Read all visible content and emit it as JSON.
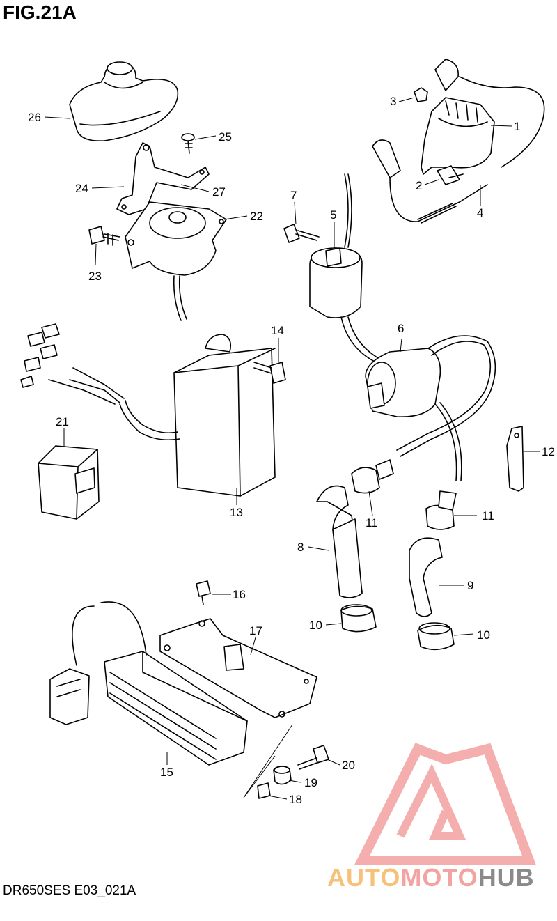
{
  "figure": {
    "title": "FIG.21A",
    "code": "DR650SES E03_021A"
  },
  "callouts": [
    {
      "id": "c1",
      "label": "1"
    },
    {
      "id": "c2",
      "label": "2"
    },
    {
      "id": "c3",
      "label": "3"
    },
    {
      "id": "c4",
      "label": "4"
    },
    {
      "id": "c5",
      "label": "5"
    },
    {
      "id": "c6",
      "label": "6"
    },
    {
      "id": "c7",
      "label": "7"
    },
    {
      "id": "c8",
      "label": "8"
    },
    {
      "id": "c9",
      "label": "9"
    },
    {
      "id": "c10a",
      "label": "10"
    },
    {
      "id": "c10b",
      "label": "10"
    },
    {
      "id": "c11a",
      "label": "11"
    },
    {
      "id": "c11b",
      "label": "11"
    },
    {
      "id": "c12",
      "label": "12"
    },
    {
      "id": "c13",
      "label": "13"
    },
    {
      "id": "c14",
      "label": "14"
    },
    {
      "id": "c15",
      "label": "15"
    },
    {
      "id": "c16",
      "label": "16"
    },
    {
      "id": "c17",
      "label": "17"
    },
    {
      "id": "c18",
      "label": "18"
    },
    {
      "id": "c19",
      "label": "19"
    },
    {
      "id": "c20",
      "label": "20"
    },
    {
      "id": "c21",
      "label": "21"
    },
    {
      "id": "c22",
      "label": "22"
    },
    {
      "id": "c23",
      "label": "23"
    },
    {
      "id": "c24",
      "label": "24"
    },
    {
      "id": "c25",
      "label": "25"
    },
    {
      "id": "c26",
      "label": "26"
    },
    {
      "id": "c27",
      "label": "27"
    }
  ],
  "watermark": {
    "parts": [
      "AUTO",
      "MOTO",
      "HUB"
    ],
    "colors": {
      "auto": "#f6c27a",
      "moto": "#f4a3a3",
      "hub": "#8a8a8a",
      "logo": "#f3a0a0"
    }
  }
}
